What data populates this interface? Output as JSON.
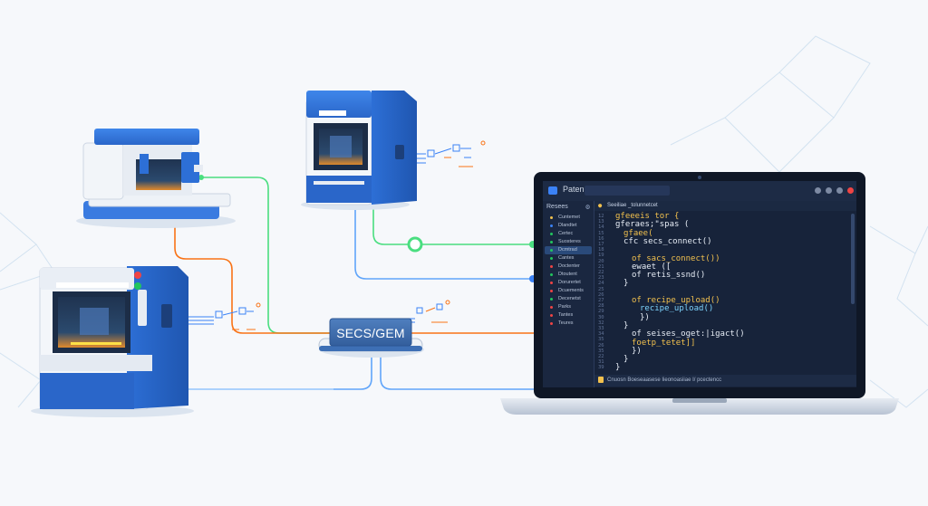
{
  "hub": {
    "label": "SECS/GEM"
  },
  "ide": {
    "app_name": "Paten",
    "window_controls": [
      "search-icon",
      "settings-icon",
      "info-icon",
      "close-icon"
    ],
    "sidebar": {
      "header": "Resees",
      "items": [
        {
          "label": "Cuntemet",
          "dot": "#f2c14e",
          "active": false
        },
        {
          "label": "Dlandtet",
          "dot": "#3b82f6",
          "active": false
        },
        {
          "label": "Certec",
          "dot": "#22c55e",
          "active": false
        },
        {
          "label": "Suosteres",
          "dot": "#22c55e",
          "active": false
        },
        {
          "label": "Dcmtrad",
          "dot": "#22c55e",
          "active": true
        },
        {
          "label": "Cantes",
          "dot": "#22c55e",
          "active": false
        },
        {
          "label": "Doctenter",
          "dot": "#ef4444",
          "active": false
        },
        {
          "label": "Dtoutent",
          "dot": "#22c55e",
          "active": false
        },
        {
          "label": "Dorurertet",
          "dot": "#ef4444",
          "active": false
        },
        {
          "label": "Dcuements",
          "dot": "#ef4444",
          "active": false
        },
        {
          "label": "Decenetst",
          "dot": "#22c55e",
          "active": false
        },
        {
          "label": "Parks",
          "dot": "#ef4444",
          "active": false
        },
        {
          "label": "Tantes",
          "dot": "#ef4444",
          "active": false
        },
        {
          "label": "Teures",
          "dot": "#ef4444",
          "active": false
        }
      ]
    },
    "tab": {
      "label": "Seeiliae _tolunnetcet"
    },
    "line_numbers": [
      "12",
      "13",
      "14",
      "15",
      "16",
      "17",
      "18",
      "19",
      "20",
      "21",
      "22",
      "23",
      "24",
      "25",
      "26",
      "27",
      "28",
      "29",
      "30",
      "32",
      "33",
      "34",
      "35",
      "26",
      "35",
      "22",
      "31",
      "39"
    ],
    "code_lines": [
      {
        "text": "gfeeeis tor {",
        "color": "#f2c14e",
        "indent": 0
      },
      {
        "text": "gferaes;\"spas (",
        "color": "#e6ecf5",
        "indent": 0
      },
      {
        "text": "gfaee(",
        "color": "#f2c14e",
        "indent": 1
      },
      {
        "text": "cfc secs_connect()",
        "color": "#e6ecf5",
        "indent": 1
      },
      {
        "text": "",
        "color": "#e6ecf5",
        "indent": 0
      },
      {
        "text": "of sacs_connect())",
        "color": "#f2c14e",
        "indent": 2
      },
      {
        "text": "ewaet ([",
        "color": "#e6ecf5",
        "indent": 2
      },
      {
        "text": "of retis_ssnd()",
        "color": "#e6ecf5",
        "indent": 2
      },
      {
        "text": "}",
        "color": "#e6ecf5",
        "indent": 1
      },
      {
        "text": "",
        "color": "#e6ecf5",
        "indent": 0
      },
      {
        "text": "of recipe_upload()",
        "color": "#f2c14e",
        "indent": 2
      },
      {
        "text": "recipe_upload()",
        "color": "#7dd3fc",
        "indent": 3
      },
      {
        "text": "})",
        "color": "#e6ecf5",
        "indent": 3
      },
      {
        "text": "}",
        "color": "#e6ecf5",
        "indent": 1
      },
      {
        "text": "of seises_oget:|igact()",
        "color": "#e6ecf5",
        "indent": 2
      },
      {
        "text": "foetp_tetet]]",
        "color": "#f2c14e",
        "indent": 2
      },
      {
        "text": "})",
        "color": "#e6ecf5",
        "indent": 2
      },
      {
        "text": "}",
        "color": "#e6ecf5",
        "indent": 1
      },
      {
        "text": "}",
        "color": "#e6ecf5",
        "indent": 0
      }
    ],
    "status_text": "Cnuosn Boeseaasese Iieonoasiiae I/ pcectencc"
  },
  "colors": {
    "accent_blue": "#3b82f6",
    "accent_green": "#4ade80",
    "accent_orange": "#f97316",
    "line_blue": "#60a5fa",
    "ide_bg": "#17233a"
  }
}
